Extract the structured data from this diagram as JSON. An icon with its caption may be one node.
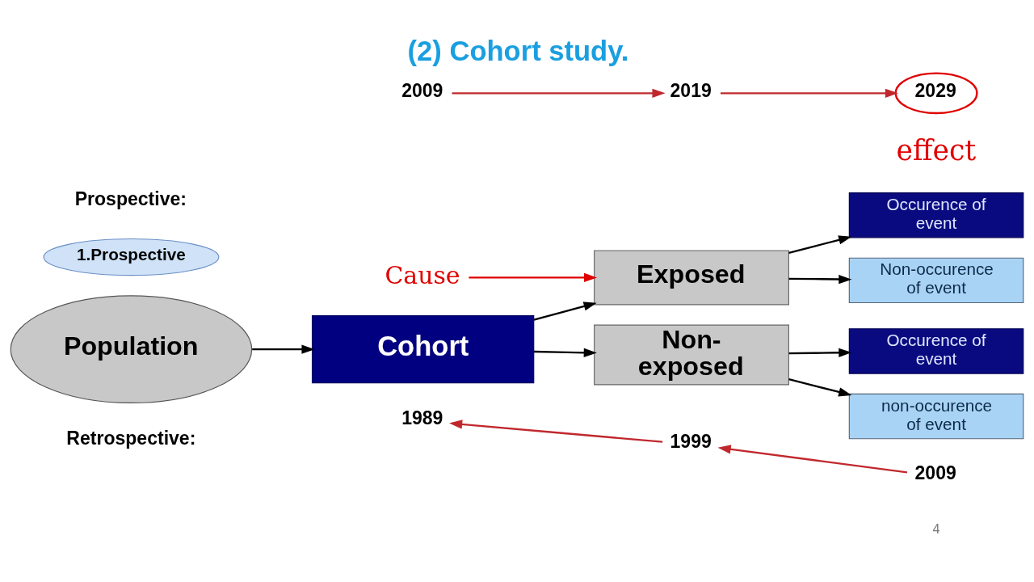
{
  "diagram": {
    "title": "(2) Cohort study.",
    "nodes": [
      {
        "text": [
          "2009"
        ]
      },
      {
        "text": [
          "2019"
        ]
      },
      {
        "text": [
          "2029"
        ]
      },
      {
        "text": [
          "1.Prospective"
        ]
      },
      {
        "text": [
          "Cause"
        ]
      },
      {
        "text": [
          "Population"
        ]
      },
      {
        "text": [
          "Cohort"
        ]
      },
      {
        "text": [
          "Exposed"
        ]
      },
      {
        "text": [
          "Non- exposed"
        ]
      },
      {
        "text": [
          "Occurence of event"
        ]
      },
      {
        "text": [
          "Non-occurence of event"
        ]
      },
      {
        "text": [
          "Occurence of event"
        ]
      },
      {
        "text": [
          "non-occurence of event"
        ]
      },
      {
        "text": [
          "1989"
        ]
      },
      {
        "text": [
          "1999"
        ]
      },
      {
        "text": [
          "2009"
        ]
      }
    ],
    "edges": [
      {
        "from": 0,
        "to": 1,
        "arrow": "to",
        "color": "#c0282d"
      },
      {
        "from": 1,
        "to": 2,
        "arrow": "to",
        "color": "#c0282d"
      },
      {
        "from": 4,
        "to": 7,
        "arrow": "to",
        "color": "#e00000"
      },
      {
        "from": 5,
        "to": 6,
        "arrow": "to"
      },
      {
        "from": 6,
        "to": 7,
        "arrow": "to"
      },
      {
        "from": 6,
        "to": 8,
        "arrow": "to"
      },
      {
        "from": 7,
        "to": 9,
        "arrow": "to"
      },
      {
        "from": 7,
        "to": 10,
        "arrow": "to"
      },
      {
        "from": 8,
        "to": 11,
        "arrow": "to"
      },
      {
        "from": 8,
        "to": 12,
        "arrow": "to"
      },
      {
        "from": 15,
        "to": 14,
        "arrow": "to",
        "color": "#c0282d"
      },
      {
        "from": 14,
        "to": 13,
        "arrow": "to",
        "color": "#c0282d"
      }
    ],
    "labels": [
      "Prospective:",
      "effect",
      "Retrospective:",
      "4"
    ]
  }
}
